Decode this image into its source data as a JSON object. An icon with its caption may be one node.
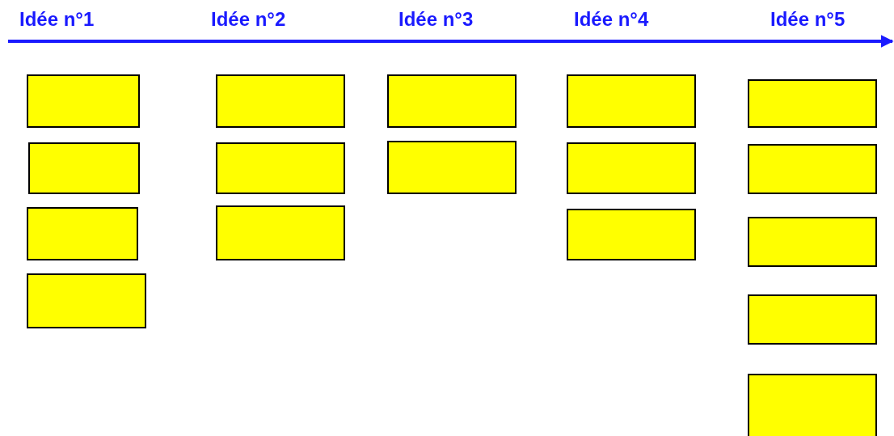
{
  "diagram": {
    "nodes": [
      {
        "text": [],
        "shape": "box"
      },
      {
        "text": [],
        "shape": "box"
      },
      {
        "text": [],
        "shape": "box"
      },
      {
        "text": [],
        "shape": "box"
      },
      {
        "text": [],
        "shape": "box"
      },
      {
        "text": [],
        "shape": "box"
      },
      {
        "text": [],
        "shape": "box"
      },
      {
        "text": [],
        "shape": "box"
      },
      {
        "text": [],
        "shape": "box"
      },
      {
        "text": [],
        "shape": "box"
      },
      {
        "text": [],
        "shape": "box"
      },
      {
        "text": [],
        "shape": "box"
      },
      {
        "text": [],
        "shape": "box"
      },
      {
        "text": [],
        "shape": "box"
      },
      {
        "text": [],
        "shape": "box"
      },
      {
        "text": [],
        "shape": "box"
      },
      {
        "text": [],
        "shape": "box"
      }
    ],
    "labels": [
      "Idée n°1",
      "Idée n°2",
      "Idée n°3",
      "Idée n°4",
      "Idée n°5"
    ]
  }
}
